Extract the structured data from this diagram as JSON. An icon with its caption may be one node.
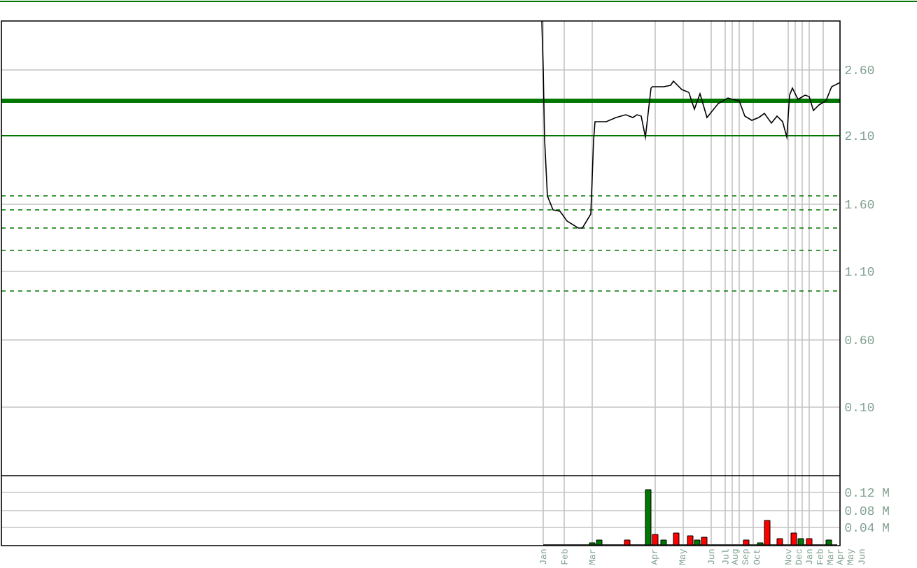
{
  "diagram": {
    "labels": [
      "2.60",
      "2.10",
      "1.60",
      "1.10",
      "0.60",
      "0.10",
      "0.12 M",
      "0.08 M",
      "0.04 M",
      "Jan",
      "Feb",
      "Mar",
      "Apr",
      "May",
      "Jun",
      "Jul",
      "Aug",
      "Sep",
      "Oct",
      "Nov",
      "Dec",
      "Jan",
      "Feb",
      "Mar",
      "Apr",
      "May",
      "Jun"
    ]
  }
}
